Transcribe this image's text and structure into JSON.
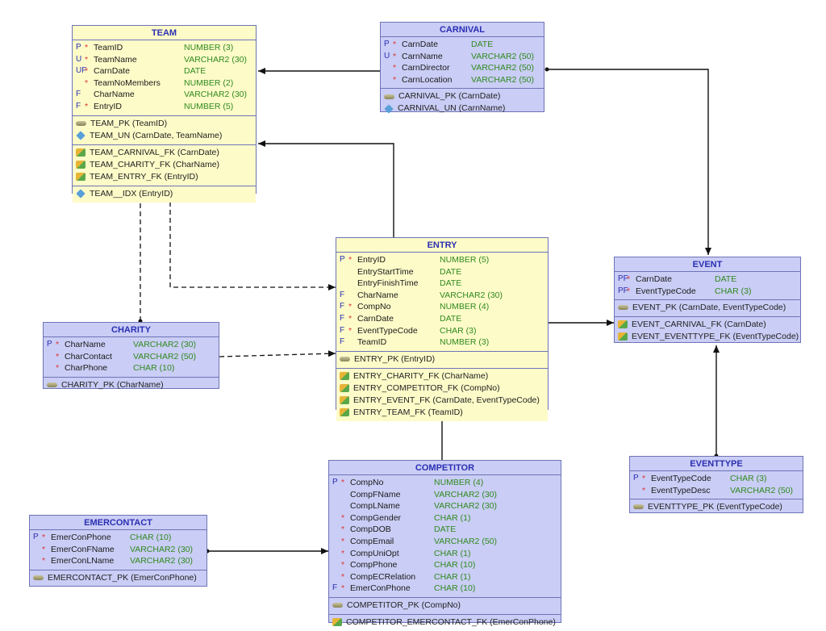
{
  "tables": {
    "team": {
      "title": "TEAM",
      "columns": [
        {
          "key": "P",
          "mand": "*",
          "name": "TeamID",
          "type": "NUMBER (3)"
        },
        {
          "key": "U",
          "mand": "*",
          "name": "TeamName",
          "type": "VARCHAR2 (30)"
        },
        {
          "key": "UF",
          "mand": "*",
          "name": "CarnDate",
          "type": "DATE"
        },
        {
          "key": "",
          "mand": "*",
          "name": "TeamNoMembers",
          "type": "NUMBER (2)"
        },
        {
          "key": "F",
          "mand": "",
          "name": "CharName",
          "type": "VARCHAR2 (30)"
        },
        {
          "key": "F",
          "mand": "*",
          "name": "EntryID",
          "type": "NUMBER (5)"
        }
      ],
      "keys": [
        {
          "icon": "pk",
          "text": "TEAM_PK (TeamID)"
        },
        {
          "icon": "uk",
          "text": "TEAM_UN (CarnDate, TeamName)"
        }
      ],
      "fks": [
        {
          "icon": "fk",
          "text": "TEAM_CARNIVAL_FK (CarnDate)"
        },
        {
          "icon": "fk",
          "text": "TEAM_CHARITY_FK (CharName)"
        },
        {
          "icon": "fk",
          "text": "TEAM_ENTRY_FK (EntryID)"
        }
      ],
      "idx": [
        {
          "icon": "uk",
          "text": "TEAM__IDX (EntryID)"
        }
      ]
    },
    "carnival": {
      "title": "CARNIVAL",
      "columns": [
        {
          "key": "P",
          "mand": "*",
          "name": "CarnDate",
          "type": "DATE"
        },
        {
          "key": "U",
          "mand": "*",
          "name": "CarnName",
          "type": "VARCHAR2 (50)"
        },
        {
          "key": "",
          "mand": "*",
          "name": "CarnDirector",
          "type": "VARCHAR2 (50)"
        },
        {
          "key": "",
          "mand": "*",
          "name": "CarnLocation",
          "type": "VARCHAR2 (50)"
        }
      ],
      "keys": [
        {
          "icon": "pk",
          "text": "CARNIVAL_PK (CarnDate)"
        },
        {
          "icon": "uk",
          "text": "CARNIVAL_UN (CarnName)"
        }
      ]
    },
    "entry": {
      "title": "ENTRY",
      "columns": [
        {
          "key": "P",
          "mand": "*",
          "name": "EntryID",
          "type": "NUMBER (5)"
        },
        {
          "key": "",
          "mand": "",
          "name": "EntryStartTime",
          "type": "DATE"
        },
        {
          "key": "",
          "mand": "",
          "name": "EntryFinishTime",
          "type": "DATE"
        },
        {
          "key": "F",
          "mand": "",
          "name": "CharName",
          "type": "VARCHAR2 (30)"
        },
        {
          "key": "F",
          "mand": "*",
          "name": "CompNo",
          "type": "NUMBER (4)"
        },
        {
          "key": "F",
          "mand": "*",
          "name": "CarnDate",
          "type": "DATE"
        },
        {
          "key": "F",
          "mand": "*",
          "name": "EventTypeCode",
          "type": "CHAR (3)"
        },
        {
          "key": "F",
          "mand": "",
          "name": "TeamID",
          "type": "NUMBER (3)"
        }
      ],
      "keys": [
        {
          "icon": "pk",
          "text": "ENTRY_PK (EntryID)"
        }
      ],
      "fks": [
        {
          "icon": "fk",
          "text": "ENTRY_CHARITY_FK (CharName)"
        },
        {
          "icon": "fk",
          "text": "ENTRY_COMPETITOR_FK (CompNo)"
        },
        {
          "icon": "fk",
          "text": "ENTRY_EVENT_FK (CarnDate, EventTypeCode)"
        },
        {
          "icon": "fk",
          "text": "ENTRY_TEAM_FK (TeamID)"
        }
      ]
    },
    "event": {
      "title": "EVENT",
      "columns": [
        {
          "key": "PF",
          "mand": "*",
          "name": "CarnDate",
          "type": "DATE"
        },
        {
          "key": "PF",
          "mand": "*",
          "name": "EventTypeCode",
          "type": "CHAR (3)"
        }
      ],
      "keys": [
        {
          "icon": "pk",
          "text": "EVENT_PK (CarnDate, EventTypeCode)"
        }
      ],
      "fks": [
        {
          "icon": "fk",
          "text": "EVENT_CARNIVAL_FK (CarnDate)"
        },
        {
          "icon": "fk",
          "text": "EVENT_EVENTTYPE_FK (EventTypeCode)"
        }
      ]
    },
    "charity": {
      "title": "CHARITY",
      "columns": [
        {
          "key": "P",
          "mand": "*",
          "name": "CharName",
          "type": "VARCHAR2 (30)"
        },
        {
          "key": "",
          "mand": "*",
          "name": "CharContact",
          "type": "VARCHAR2 (50)"
        },
        {
          "key": "",
          "mand": "*",
          "name": "CharPhone",
          "type": "CHAR (10)"
        }
      ],
      "keys": [
        {
          "icon": "pk",
          "text": "CHARITY_PK (CharName)"
        }
      ]
    },
    "competitor": {
      "title": "COMPETITOR",
      "columns": [
        {
          "key": "P",
          "mand": "*",
          "name": "CompNo",
          "type": "NUMBER (4)"
        },
        {
          "key": "",
          "mand": "",
          "name": "CompFName",
          "type": "VARCHAR2 (30)"
        },
        {
          "key": "",
          "mand": "",
          "name": "CompLName",
          "type": "VARCHAR2 (30)"
        },
        {
          "key": "",
          "mand": "*",
          "name": "CompGender",
          "type": "CHAR (1)"
        },
        {
          "key": "",
          "mand": "*",
          "name": "CompDOB",
          "type": "DATE"
        },
        {
          "key": "",
          "mand": "*",
          "name": "CompEmail",
          "type": "VARCHAR2 (50)"
        },
        {
          "key": "",
          "mand": "*",
          "name": "CompUniOpt",
          "type": "CHAR (1)"
        },
        {
          "key": "",
          "mand": "*",
          "name": "CompPhone",
          "type": "CHAR (10)"
        },
        {
          "key": "",
          "mand": "*",
          "name": "CompECRelation",
          "type": "CHAR (1)"
        },
        {
          "key": "F",
          "mand": "*",
          "name": "EmerConPhone",
          "type": "CHAR (10)"
        }
      ],
      "keys": [
        {
          "icon": "pk",
          "text": "COMPETITOR_PK (CompNo)"
        }
      ],
      "fks": [
        {
          "icon": "fk",
          "text": "COMPETITOR_EMERCONTACT_FK (EmerConPhone)"
        }
      ]
    },
    "emercontact": {
      "title": "EMERCONTACT",
      "columns": [
        {
          "key": "P",
          "mand": "*",
          "name": "EmerConPhone",
          "type": "CHAR (10)"
        },
        {
          "key": "",
          "mand": "*",
          "name": "EmerConFName",
          "type": "VARCHAR2 (30)"
        },
        {
          "key": "",
          "mand": "*",
          "name": "EmerConLName",
          "type": "VARCHAR2 (30)"
        }
      ],
      "keys": [
        {
          "icon": "pk",
          "text": "EMERCONTACT_PK (EmerConPhone)"
        }
      ]
    },
    "eventtype": {
      "title": "EVENTTYPE",
      "columns": [
        {
          "key": "P",
          "mand": "*",
          "name": "EventTypeCode",
          "type": "CHAR (3)"
        },
        {
          "key": "",
          "mand": "*",
          "name": "EventTypeDesc",
          "type": "VARCHAR2 (50)"
        }
      ],
      "keys": [
        {
          "icon": "pk",
          "text": "EVENTTYPE_PK (EventTypeCode)"
        }
      ]
    }
  },
  "colors": {
    "header_text": "#2a2fb3",
    "border": "#6e74b8",
    "yellow_fill": "#fdfbc8",
    "blue_fill": "#cacdf5",
    "type_text": "#2f8a1f",
    "mandatory": "#dd3333",
    "line": "#111111"
  }
}
